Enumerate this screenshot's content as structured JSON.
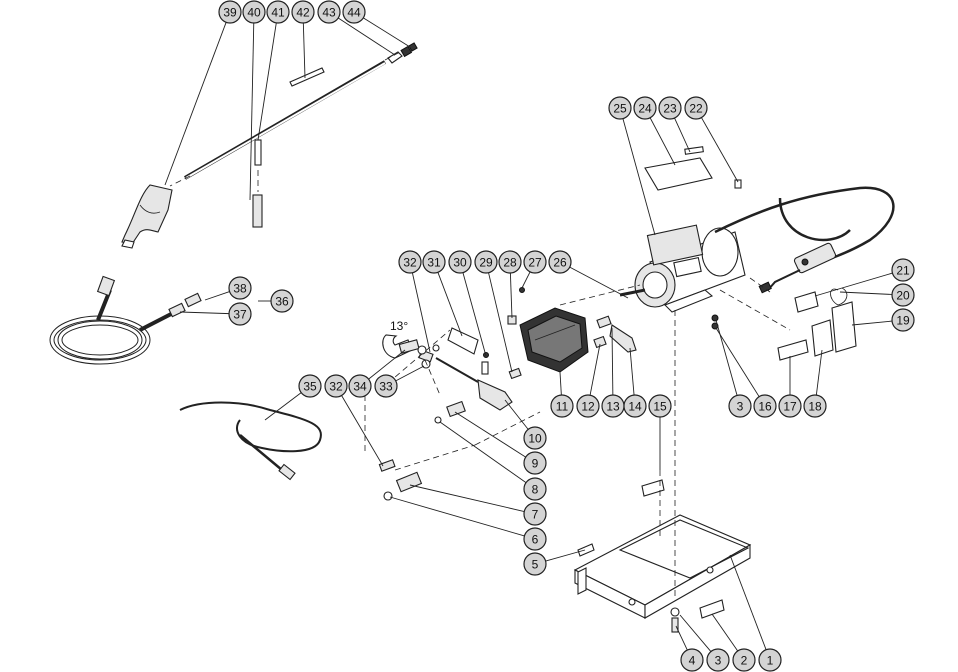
{
  "callouts": [
    {
      "label": "39"
    },
    {
      "label": "40"
    },
    {
      "label": "41"
    },
    {
      "label": "42"
    },
    {
      "label": "43"
    },
    {
      "label": "44"
    },
    {
      "label": "25"
    },
    {
      "label": "24"
    },
    {
      "label": "23"
    },
    {
      "label": "22"
    },
    {
      "label": "21"
    },
    {
      "label": "20"
    },
    {
      "label": "19"
    },
    {
      "label": "32"
    },
    {
      "label": "31"
    },
    {
      "label": "30"
    },
    {
      "label": "29"
    },
    {
      "label": "28"
    },
    {
      "label": "27"
    },
    {
      "label": "26"
    },
    {
      "label": "38"
    },
    {
      "label": "37"
    },
    {
      "label": "36"
    },
    {
      "label": "34"
    },
    {
      "label": "33"
    },
    {
      "label": "35"
    },
    {
      "label": "32"
    },
    {
      "label": "11"
    },
    {
      "label": "12"
    },
    {
      "label": "13"
    },
    {
      "label": "14"
    },
    {
      "label": "15"
    },
    {
      "label": "3"
    },
    {
      "label": "16"
    },
    {
      "label": "17"
    },
    {
      "label": "18"
    },
    {
      "label": "10"
    },
    {
      "label": "9"
    },
    {
      "label": "8"
    },
    {
      "label": "7"
    },
    {
      "label": "6"
    },
    {
      "label": "5"
    },
    {
      "label": "4"
    },
    {
      "label": "3"
    },
    {
      "label": "2"
    },
    {
      "label": "1"
    }
  ],
  "angle_label": "13°"
}
